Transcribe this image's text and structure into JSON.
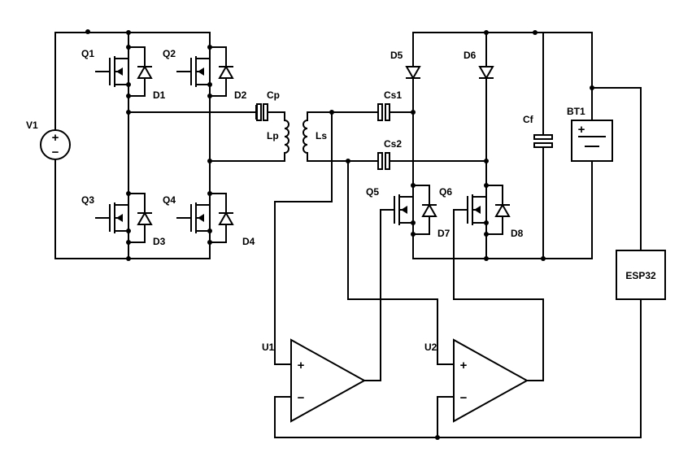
{
  "labels": {
    "V1": "V1",
    "Q1": "Q1",
    "Q2": "Q2",
    "Q3": "Q3",
    "Q4": "Q4",
    "Q5": "Q5",
    "Q6": "Q6",
    "D1": "D1",
    "D2": "D2",
    "D3": "D3",
    "D4": "D4",
    "D5": "D5",
    "D6": "D6",
    "D7": "D7",
    "D8": "D8",
    "Cp": "Cp",
    "Lp": "Lp",
    "Ls": "Ls",
    "Cs1": "Cs1",
    "Cs2": "Cs2",
    "Cf": "Cf",
    "BT1": "BT1",
    "U1": "U1",
    "U2": "U2",
    "ESP32": "ESP32"
  },
  "symbols": {
    "plus": "+",
    "minus": "−"
  }
}
